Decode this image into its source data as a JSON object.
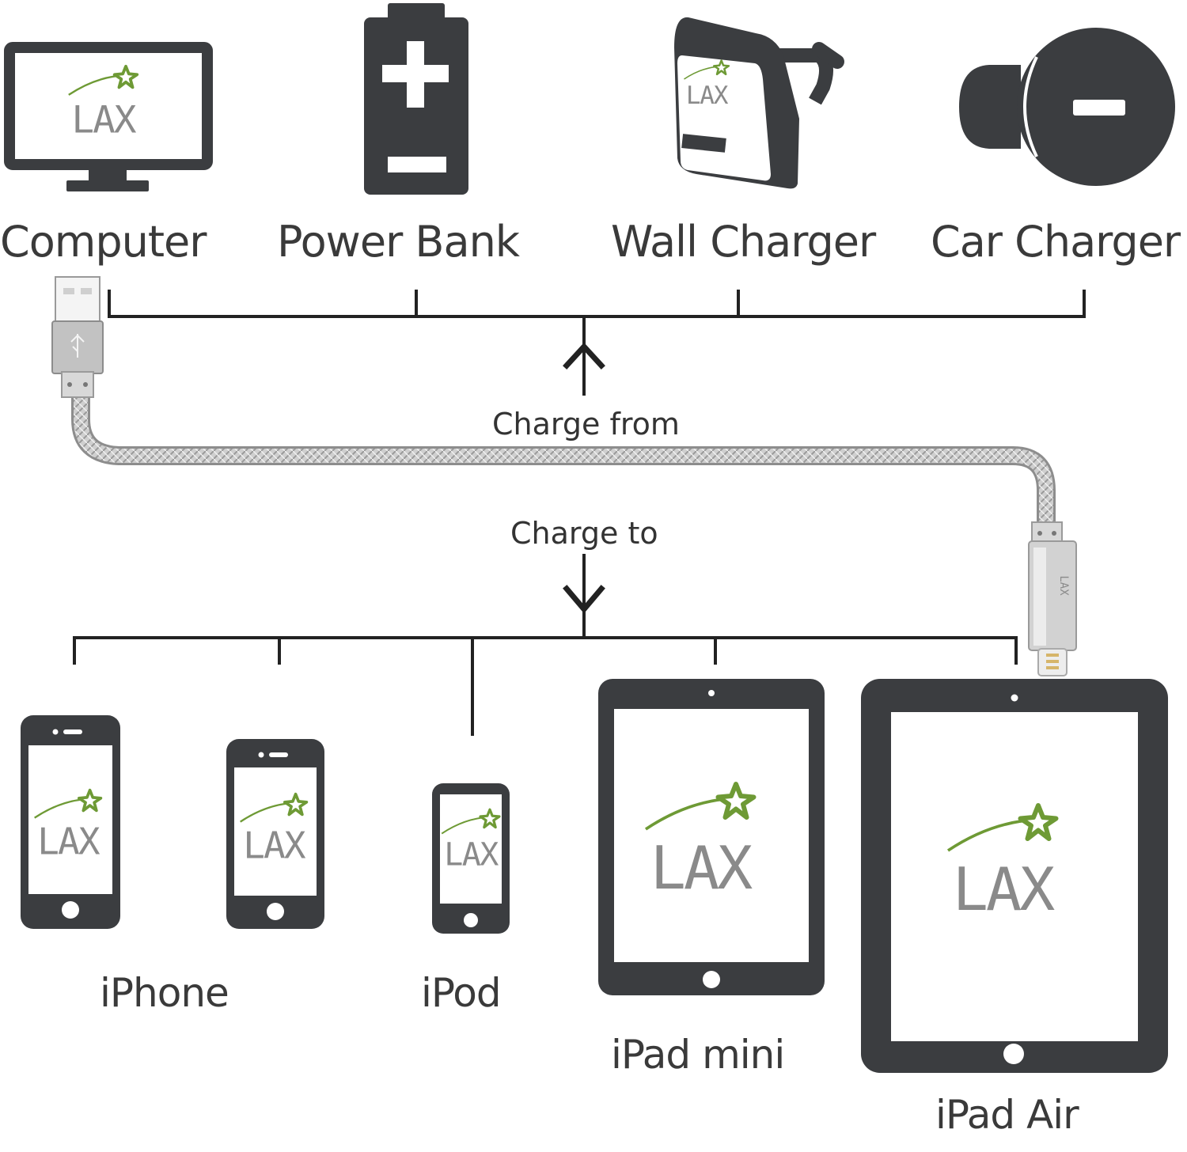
{
  "sources": {
    "computer": "Computer",
    "power_bank": "Power Bank",
    "wall_charger": "Wall Charger",
    "car_charger": "Car Charger"
  },
  "flow": {
    "charge_from": "Charge from",
    "charge_to": "Charge to"
  },
  "devices": {
    "iphone": "iPhone",
    "ipod": "iPod",
    "ipad_mini": "iPad mini",
    "ipad_air": "iPad Air"
  },
  "brand": {
    "logo_text": "LAX",
    "logo_green": "#6e9a35",
    "logo_gray": "#8a8a8a",
    "icon_dark": "#3b3d40"
  }
}
